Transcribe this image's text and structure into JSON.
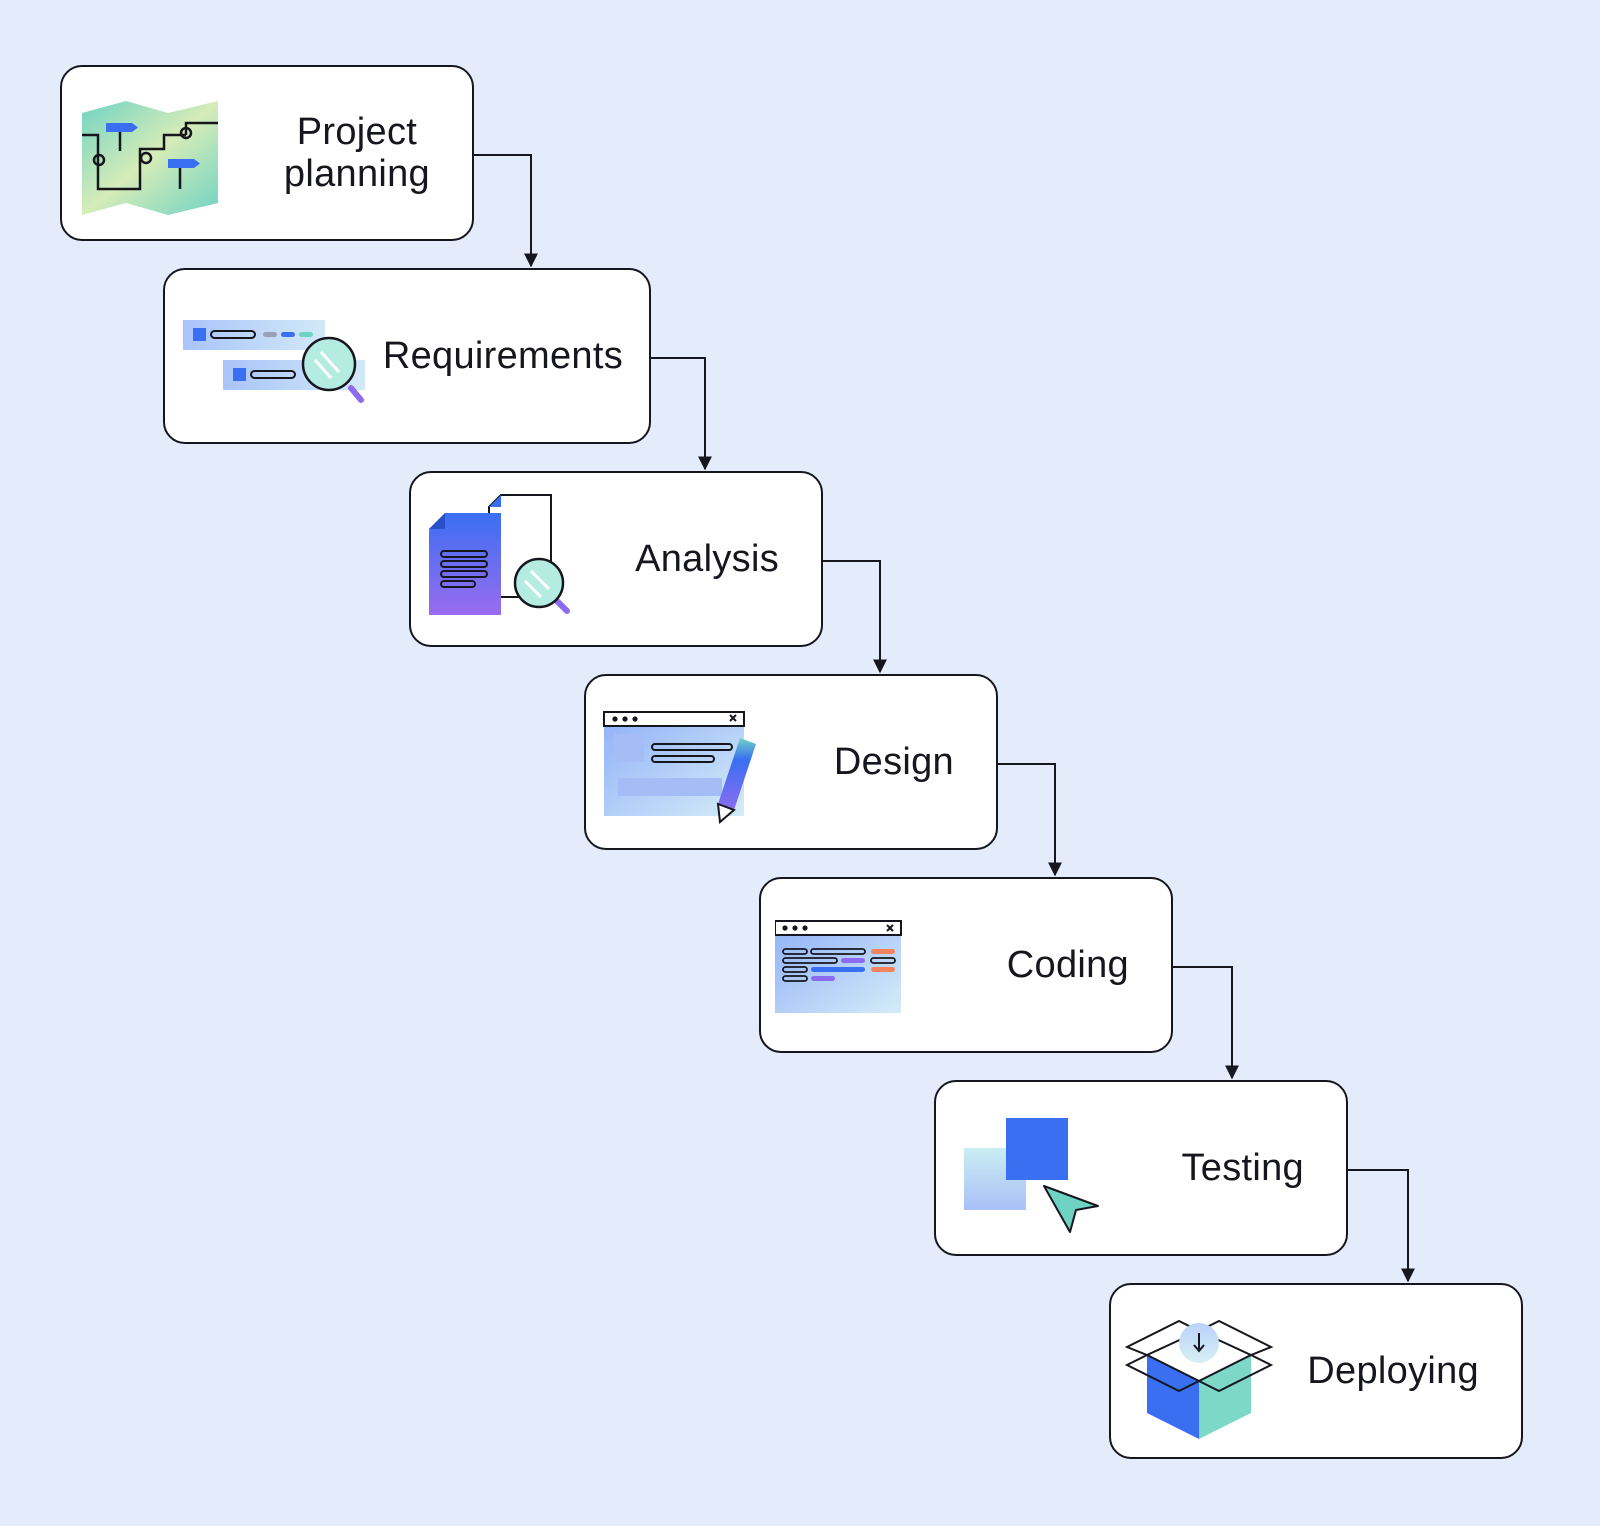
{
  "steps": [
    {
      "label": "Project\nplanning",
      "icon": "map-icon"
    },
    {
      "label": "Requirements",
      "icon": "requirements-search-icon"
    },
    {
      "label": "Analysis",
      "icon": "document-magnifier-icon"
    },
    {
      "label": "Design",
      "icon": "window-pencil-icon"
    },
    {
      "label": "Coding",
      "icon": "code-window-icon"
    },
    {
      "label": "Testing",
      "icon": "squares-cursor-icon"
    },
    {
      "label": "Deploying",
      "icon": "box-download-icon"
    }
  ],
  "colors": {
    "background": "#e4ecfc",
    "box_border": "#16161e",
    "blue": "#3a6ff2",
    "teal": "#6fd3c3",
    "purple": "#8b6cf0",
    "orange": "#f4835c"
  }
}
